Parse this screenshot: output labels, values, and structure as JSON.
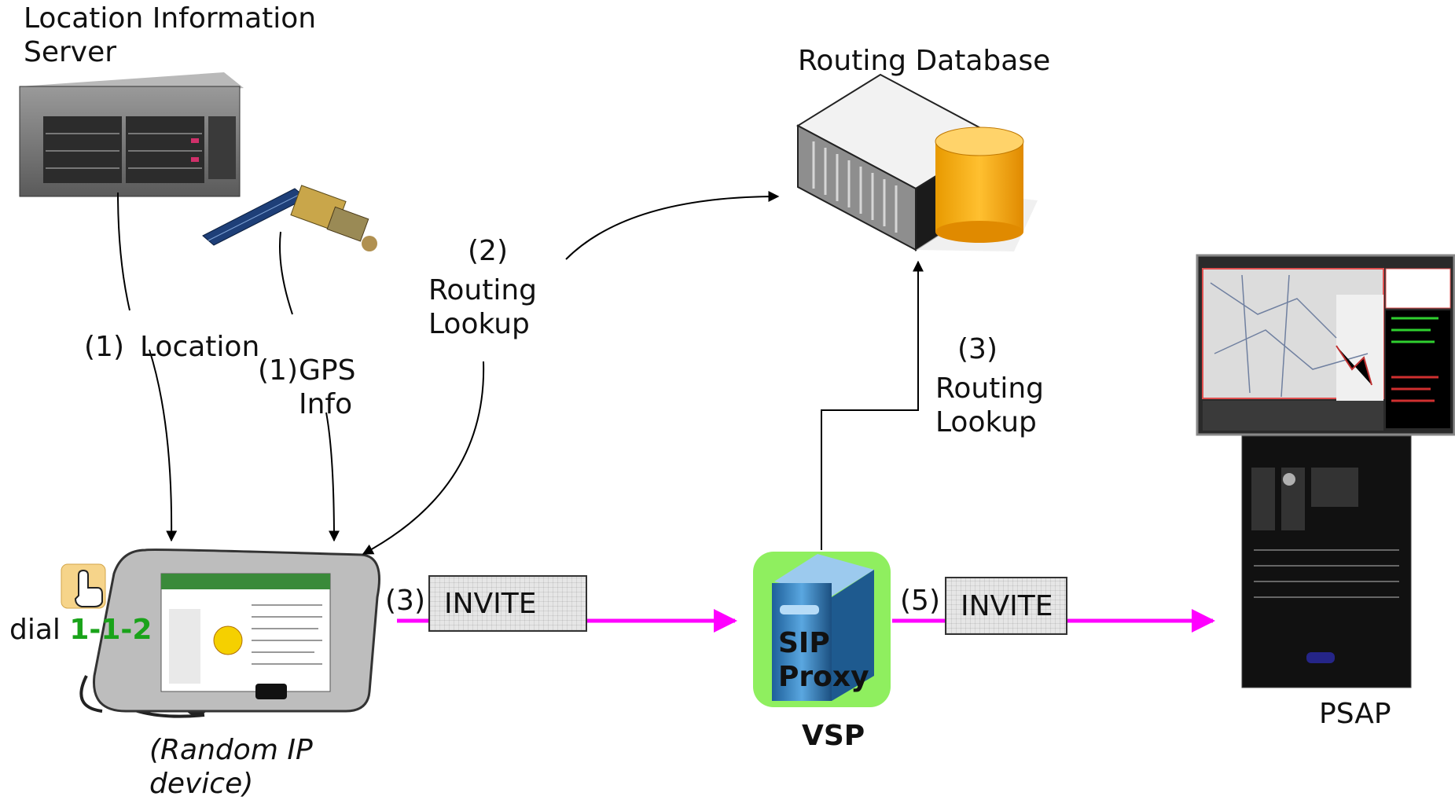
{
  "labels": {
    "lis_title": "Location Information Server",
    "routing_db": "Routing Database",
    "step1_num": "(1)",
    "location": "Location",
    "step1_gps_num": "(1)",
    "gps_info": "GPS Info",
    "step2": "(2)",
    "routing_lookup_2": "Routing Lookup",
    "step3_right": "(3)",
    "routing_lookup_3": "Routing Lookup",
    "dial_prefix": "dial ",
    "dial_number": "1-1-2",
    "step3_invite": "(3)",
    "invite1": "INVITE",
    "step5": "(5)",
    "invite2": "INVITE",
    "sip_proxy": "SIP Proxy",
    "vsp": "VSP",
    "psap": "PSAP",
    "device_caption": "(Random IP device)"
  },
  "colors": {
    "invite_arrow": "#ff00ff",
    "proxy_bg": "#8fef5f",
    "db_cylinder": "#f5a800",
    "dial_number": "#1aa31a"
  },
  "icons": {
    "lis": "rack-server-icon",
    "satellite": "gps-satellite-icon",
    "db": "database-server-icon",
    "device": "internet-tablet-icon",
    "hand": "pointing-hand-icon",
    "proxy": "sip-proxy-server-icon",
    "psap": "psap-rack-map-icon"
  }
}
